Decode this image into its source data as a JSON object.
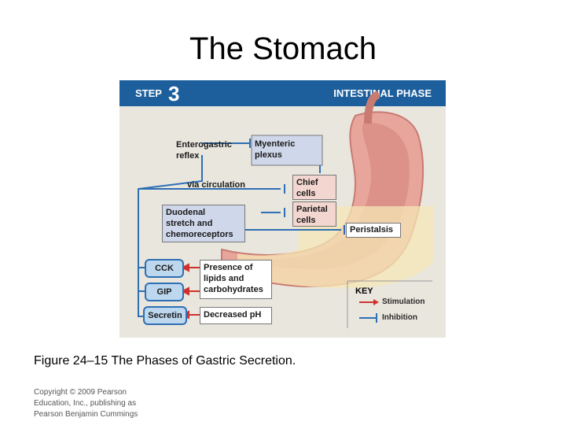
{
  "slide": {
    "title": "The Stomach"
  },
  "figure": {
    "step_label": "STEP",
    "step_number": "3",
    "phase_label": "INTESTINAL PHASE",
    "labels": {
      "enterogastric": [
        "Enterogastric",
        "reflex"
      ],
      "myenteric": [
        "Myenteric",
        "plexus"
      ],
      "via_circulation": "via  circulation",
      "chief": [
        "Chief",
        "cells"
      ],
      "parietal": [
        "Parietal",
        "cells"
      ],
      "duodenal": [
        "Duodenal",
        "stretch and",
        "chemoreceptors"
      ],
      "peristalsis": "Peristalsis",
      "cck": "CCK",
      "gip": "GIP",
      "secretin": "Secretin",
      "lipids": [
        "Presence of",
        "lipids and",
        "carbohydrates"
      ],
      "decreased_ph": "Decreased pH"
    },
    "key": {
      "title": "KEY",
      "stimulation": "Stimulation",
      "inhibition": "Inhibition",
      "stimulation_color": "#d0312d",
      "inhibition_color": "#2f6fb3"
    }
  },
  "caption": "Figure 24–15 The Phases of Gastric Secretion.",
  "copyright": [
    "Copyright © 2009 Pearson",
    "Education, Inc., publishing as",
    "Pearson Benjamin Cummings"
  ]
}
